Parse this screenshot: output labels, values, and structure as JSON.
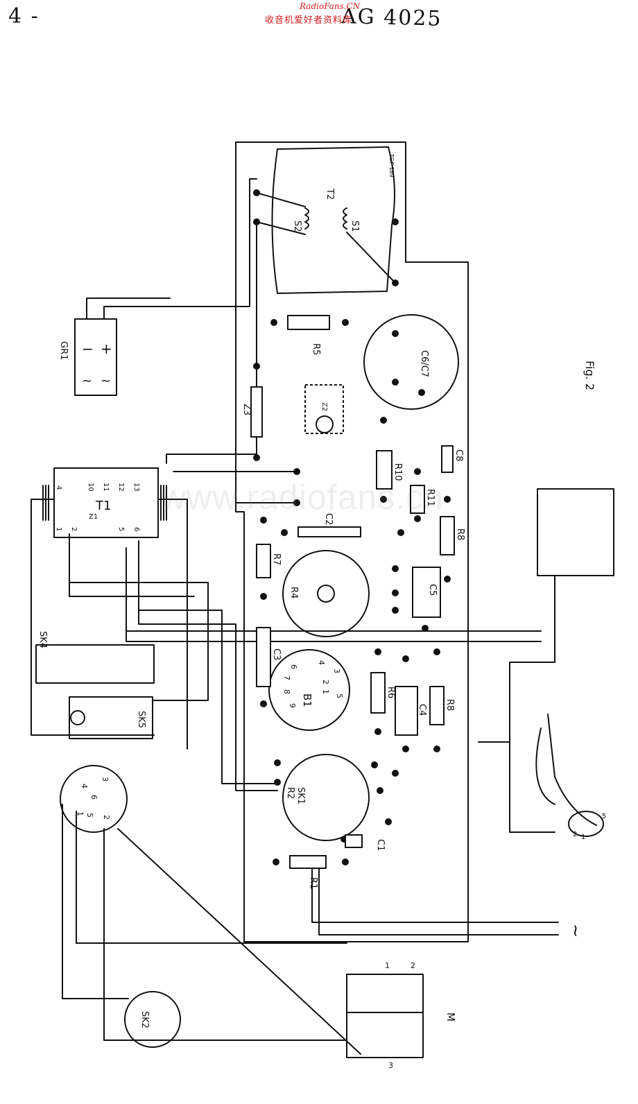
{
  "header": {
    "page_number": "4 -",
    "model": "AG 4025",
    "site_latin": "RadioFans.CN",
    "site_cn": "收音机爱好者资料库"
  },
  "watermark": "www.radiofans.cn",
  "figure_label": "Fig. 2",
  "labels": {
    "t1": "T1",
    "t2": "T2",
    "tgp": "TGP 189",
    "s1": "S1",
    "s2": "S2",
    "gr1": "GR1",
    "minus": "−",
    "plus": "+",
    "ac": "~",
    "r1": "R1",
    "r2": "R2",
    "r4": "R4",
    "r5": "R5",
    "r6": "R6",
    "r7": "R7",
    "r8": "R8",
    "r10": "R10",
    "c1": "C1",
    "c2": "C2",
    "c3": "C3",
    "c4": "C4",
    "c5": "C5",
    "c6c7": "C6/C7",
    "c8": "C8",
    "b1": "B1",
    "sk1": "SK1",
    "sk2": "SK2",
    "sk4": "SK4",
    "sk5": "SK5",
    "z1": "Z1",
    "z2": "Z2",
    "z3": "Z3",
    "r11": "R11",
    "motor": "M",
    "mains_symbol": "~",
    "t1_pin_4": "4",
    "t1_pin_10": "10",
    "t1_pin_11": "11",
    "t1_pin_12": "12",
    "t1_pin_13": "13",
    "t1_pin_1": "1",
    "t1_pin_2": "2",
    "t1_pin_5": "5",
    "t1_pin_6": "6",
    "b1_pin_1": "1",
    "b1_pin_2": "2",
    "b1_pin_3": "3",
    "b1_pin_4": "4",
    "b1_pin_5": "5",
    "b1_pin_6": "6",
    "b1_pin_7": "7",
    "b1_pin_8": "8",
    "b1_pin_9": "9",
    "din_pin_1": "1",
    "din_pin_2": "2",
    "din_pin_3": "3",
    "din_pin_4": "4",
    "din_pin_5": "5",
    "din_pin_6": "6",
    "m_pin_1": "1",
    "m_pin_2": "2",
    "m_pin_3": "3",
    "cart_pin_1": "1",
    "cart_pin_2": "2",
    "cart_pin_5": "5"
  }
}
